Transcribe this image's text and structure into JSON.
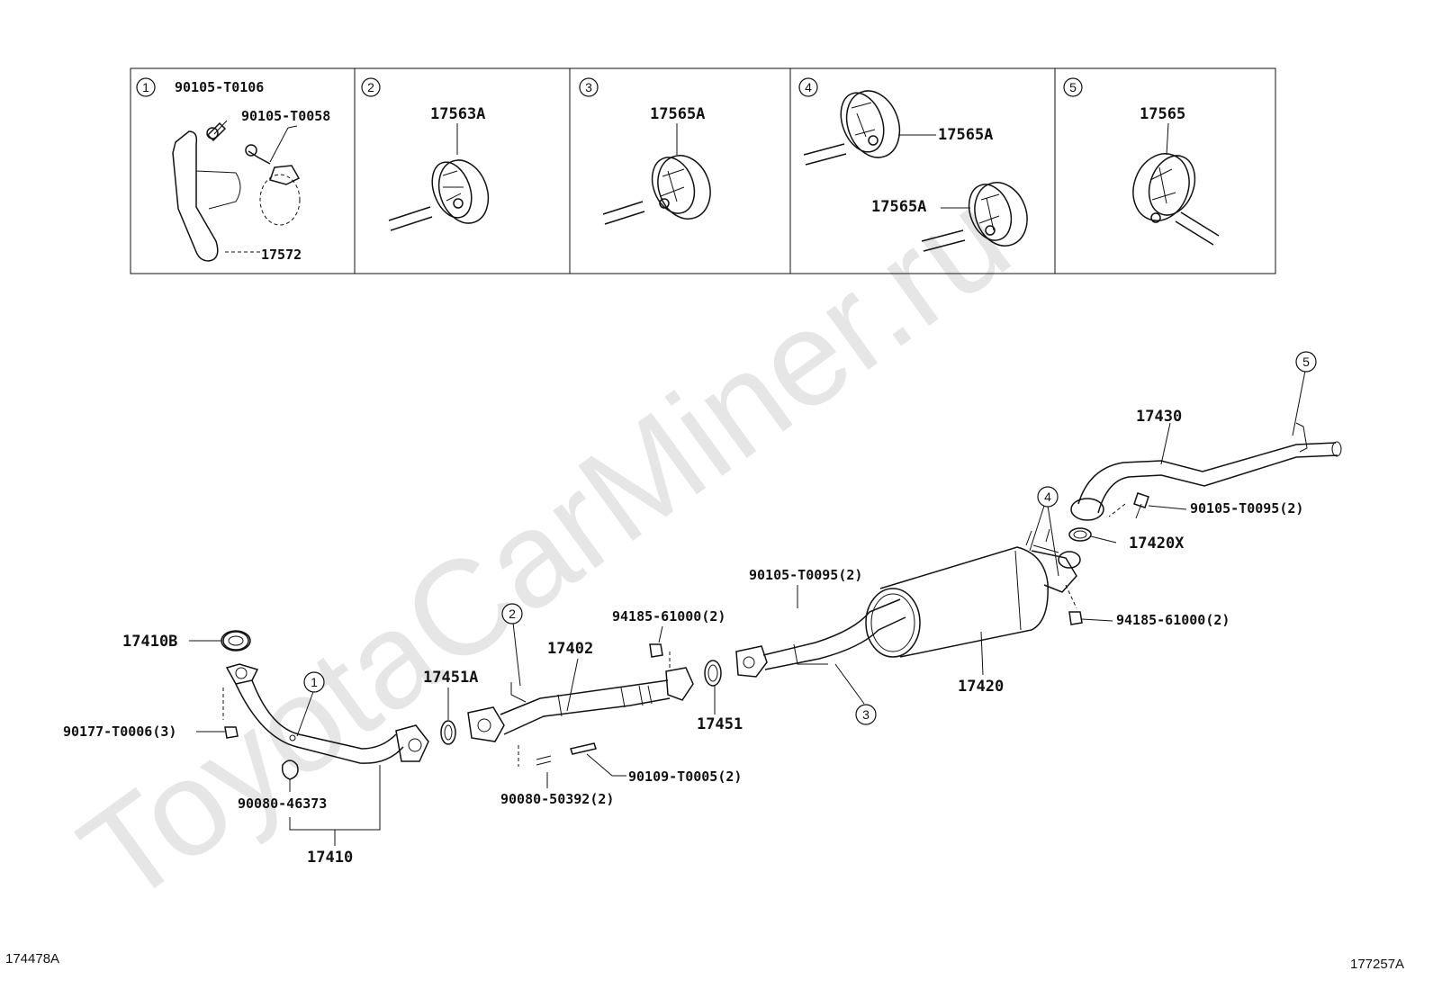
{
  "watermark": "ToyotaCarMiner.ru",
  "corner_left": "174478A",
  "corner_right": "177257A",
  "detail_boxes": [
    {
      "index": "1",
      "labels": [
        "90105-T0106",
        "90105-T0058",
        "17572"
      ]
    },
    {
      "index": "2",
      "labels": [
        "17563A"
      ]
    },
    {
      "index": "3",
      "labels": [
        "17565A"
      ]
    },
    {
      "index": "4",
      "labels": [
        "17565A",
        "17565A"
      ]
    },
    {
      "index": "5",
      "labels": [
        "17565"
      ]
    }
  ],
  "parts": {
    "p17410B": "17410B",
    "p90177": "90177-T0006(3)",
    "p90080a": "90080-46373",
    "p17410": "17410",
    "p17451A": "17451A",
    "p17402": "17402",
    "p94185a": "94185-61000(2)",
    "p17451": "17451",
    "p90109": "90109-T0005(2)",
    "p90080b": "90080-50392(2)",
    "p90105a": "90105-T0095(2)",
    "p17420": "17420",
    "p17430": "17430",
    "p90105b": "90105-T0095(2)",
    "p17420X": "17420X",
    "p94185b": "94185-61000(2)"
  },
  "callouts": {
    "c1": "1",
    "c2": "2",
    "c3": "3",
    "c4": "4",
    "c5": "5"
  }
}
